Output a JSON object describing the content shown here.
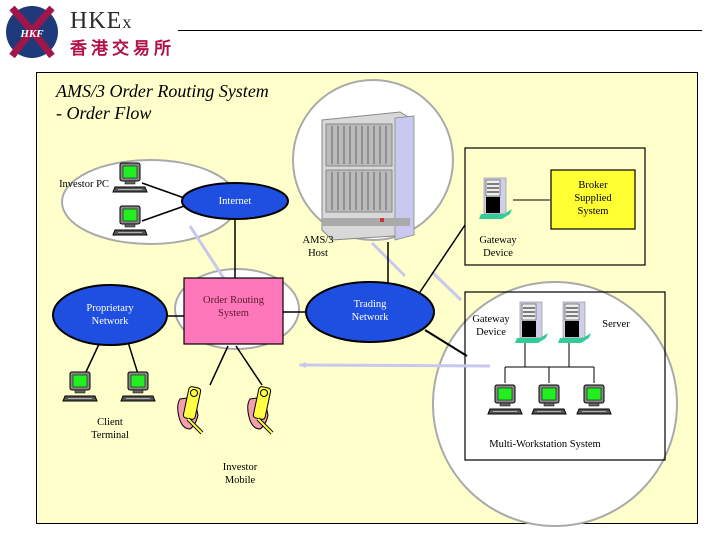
{
  "logo": {
    "emblem_text": "HKF",
    "brand_main": "HKE",
    "brand_suffix": "x",
    "brand_chinese": "香港交易所"
  },
  "slide": {
    "title_line1": "AMS/3 Order Routing System",
    "title_line2": "- Order Flow"
  },
  "nodes": {
    "investor_pc": "Investor PC",
    "internet": "Internet",
    "ams3_host_line1": "AMS/3",
    "ams3_host_line2": "Host",
    "gateway_device_top_line1": "Gateway",
    "gateway_device_top_line2": "Device",
    "broker_supplied_line1": "Broker",
    "broker_supplied_line2": "Supplied",
    "broker_supplied_line3": "System",
    "proprietary_network_line1": "Proprietary",
    "proprietary_network_line2": "Network",
    "order_routing_line1": "Order Routing",
    "order_routing_line2": "System",
    "trading_network_line1": "Trading",
    "trading_network_line2": "Network",
    "gateway_device_mws_line1": "Gateway",
    "gateway_device_mws_line2": "Device",
    "server": "Server",
    "multi_workstation": "Multi-Workstation System",
    "client_terminal_line1": "Client",
    "client_terminal_line2": "Terminal",
    "investor_mobile_line1": "Investor",
    "investor_mobile_line2": "Mobile"
  },
  "colors": {
    "panel_bg": "#ffffcc",
    "network_blue": "#1f4fe0",
    "order_routing_pink": "#ff77bb",
    "broker_yellow": "#ffff33",
    "screen_green": "#22ee22",
    "flow_arrow": "#c8c8ee",
    "logo_navy": "#1e3a7a",
    "logo_maroon": "#a0154a"
  }
}
